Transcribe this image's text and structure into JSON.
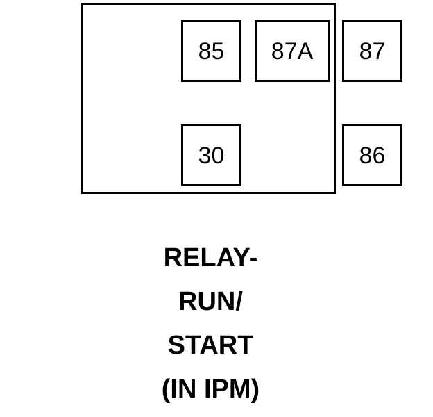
{
  "diagram": {
    "type": "automotive-relay-pinout",
    "component": {
      "name": "relay-body",
      "shape": "rectangle",
      "stroke_color": "#000000",
      "fill_color": "#ffffff"
    },
    "pins": [
      {
        "id": "pin-85",
        "label": "85",
        "row": "top",
        "position": "left"
      },
      {
        "id": "pin-87a",
        "label": "87A",
        "row": "top",
        "position": "center"
      },
      {
        "id": "pin-87",
        "label": "87",
        "row": "top",
        "position": "right"
      },
      {
        "id": "pin-30",
        "label": "30",
        "row": "bottom",
        "position": "left"
      },
      {
        "id": "pin-86",
        "label": "86",
        "row": "bottom",
        "position": "right"
      }
    ],
    "caption": {
      "lines": [
        "RELAY-",
        "RUN/",
        "START",
        "(IN IPM)"
      ]
    }
  }
}
